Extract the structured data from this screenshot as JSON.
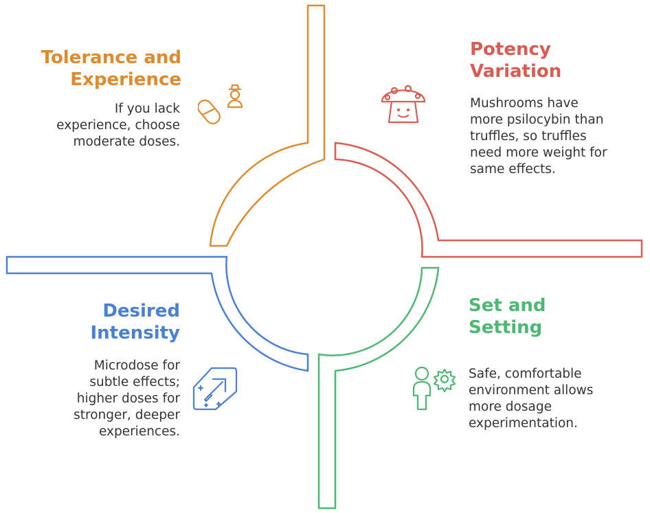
{
  "colors": {
    "tolerance": "#E08A2E",
    "potency": "#DB5A52",
    "intensity": "#4A7FD6",
    "setting": "#4DB872"
  },
  "quadrants": {
    "tolerance": {
      "title": [
        "Tolerance and",
        "Experience"
      ],
      "desc": [
        "If you lack",
        "experience, choose",
        "moderate doses."
      ],
      "icon": "pill-and-person-icon"
    },
    "potency": {
      "title": [
        "Potency",
        "Variation"
      ],
      "desc": [
        "Mushrooms have",
        "more psilocybin than",
        "truffles, so truffles",
        "need more weight for",
        "same effects."
      ],
      "icon": "mushroom-icon"
    },
    "intensity": {
      "title": [
        "Desired",
        "Intensity"
      ],
      "desc": [
        "Microdose for",
        "subtle effects;",
        "higher doses for",
        "stronger, deeper",
        "experiences."
      ],
      "icon": "sparkle-arrow-icon"
    },
    "setting": {
      "title": [
        "Set and",
        "Setting"
      ],
      "desc": [
        "Safe, comfortable",
        "environment allows",
        "more dosage",
        "experimentation."
      ],
      "icon": "person-gear-icon"
    }
  }
}
